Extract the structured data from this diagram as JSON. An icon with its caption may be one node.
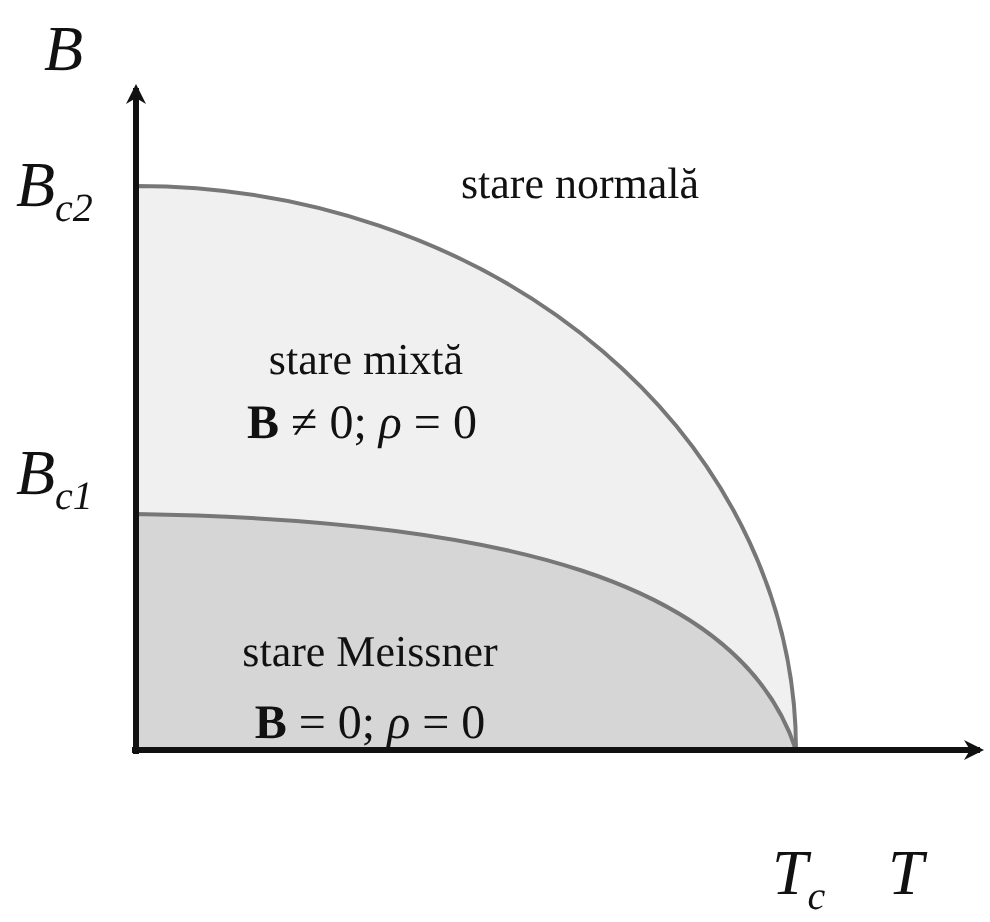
{
  "diagram": {
    "nodes": [
      {
        "text": [
          "stare mixtă",
          "**B** ≠ 0; *ρ* = 0"
        ]
      },
      {
        "text": [
          "stare Meissner",
          "**B** = 0; *ρ* = 0"
        ],
        "in": 0
      }
    ],
    "edges": [],
    "labels": [
      "B",
      "B$_{c2}$",
      "stare normală",
      "B$_{c1}$",
      "T$_{c}$",
      "T"
    ]
  }
}
